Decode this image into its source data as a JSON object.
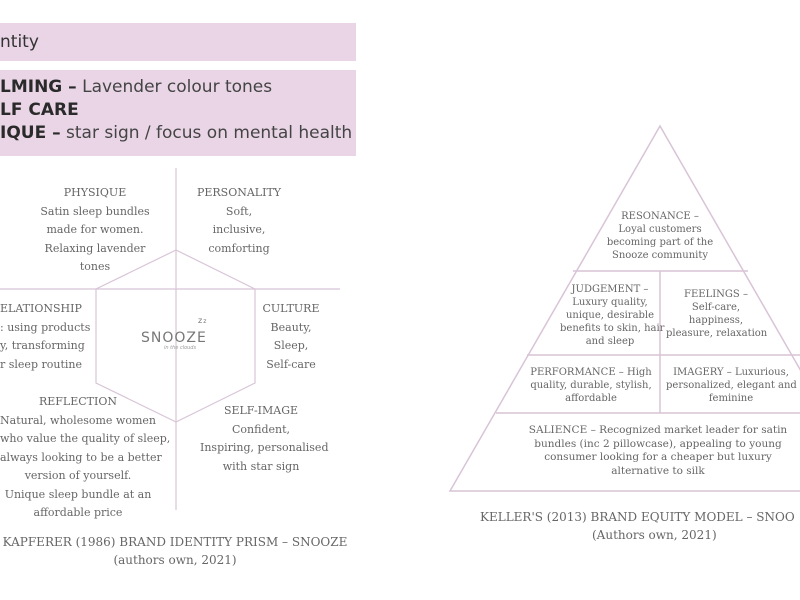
{
  "banner": {
    "title": "ntity",
    "points": [
      {
        "label": "LMING –",
        "desc": " Lavender colour tones"
      },
      {
        "label": "LF CARE",
        "desc": ""
      },
      {
        "label": "IQUE –",
        "desc": " star sign / focus on mental health"
      }
    ]
  },
  "prism": {
    "physique": {
      "heading": "PHYSIQUE",
      "lines": [
        "Satin sleep bundles",
        "made for women.",
        "Relaxing lavender",
        "tones"
      ]
    },
    "personality": {
      "heading": "PERSONALITY",
      "lines": [
        "Soft,",
        "inclusive,",
        "comforting"
      ]
    },
    "relationship": {
      "heading": "ELATIONSHIP",
      "lines": [
        ": using products",
        "y, transforming",
        "r sleep routine"
      ]
    },
    "culture": {
      "heading": "CULTURE",
      "lines": [
        "Beauty,",
        "Sleep,",
        "Self-care"
      ]
    },
    "reflection": {
      "heading": "REFLECTION",
      "lines": [
        "Natural, wholesome women",
        "who value the quality of sleep,",
        "always looking to be a better",
        "version of yourself.",
        "Unique sleep bundle at an",
        "affordable price"
      ]
    },
    "self_image": {
      "heading": "SELF-IMAGE",
      "lines": [
        "Confident,",
        "Inspiring, personalised",
        "with star sign"
      ]
    },
    "logo": {
      "word": "SNOOZE",
      "superscript": "z",
      "tagline": "in the clouds"
    },
    "caption": [
      "KAPFERER (1986) BRAND IDENTITY PRISM – SNOOZE",
      "(authors own, 2021)"
    ]
  },
  "pyramid": {
    "resonance": [
      "RESONANCE –",
      "Loyal customers",
      "becoming part of the",
      "Snooze community"
    ],
    "judgement": [
      "JUDGEMENT –",
      "Luxury quality,",
      "unique, desirable",
      "benefits to skin, hair",
      "and sleep"
    ],
    "feelings": [
      "FEELINGS –",
      "Self-care,",
      "happiness,",
      "pleasure, relaxation"
    ],
    "performance": [
      "PERFORMANCE – High",
      "quality, durable, stylish,",
      "affordable"
    ],
    "imagery": [
      "IMAGERY – Luxurious,",
      "personalized, elegant and",
      "feminine"
    ],
    "salience": [
      "SALIENCE – Recognized market leader for satin",
      "bundles (inc 2 pillowcase), appealing to young",
      "consumer looking for a cheaper but luxury",
      "alternative to silk"
    ],
    "caption": [
      "KELLER'S (2013) BRAND EQUITY MODEL – SNOO",
      "(Authors own, 2021)"
    ]
  },
  "colors": {
    "banner": "#e9d5e6",
    "lines": "#d8c4d6"
  }
}
